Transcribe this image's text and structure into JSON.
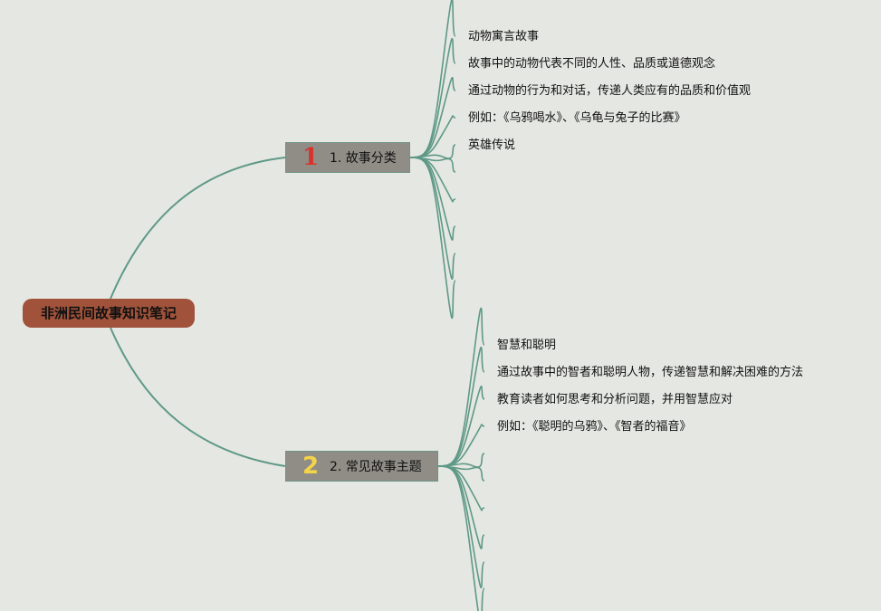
{
  "root": {
    "label": "非洲民间故事知识笔记"
  },
  "branch1": {
    "number": "1",
    "label": "1. 故事分类",
    "items": [
      "动物寓言故事",
      "故事中的动物代表不同的人性、品质或道德观念",
      "通过动物的行为和对话，传递人类应有的品质和价值观",
      "例如：《乌鸦喝水》、《乌龟与兔子的比赛》",
      "英雄传说"
    ]
  },
  "branch2": {
    "number": "2",
    "label": "2. 常见故事主题",
    "items": [
      "智慧和聪明",
      "通过故事中的智者和聪明人物，传递智慧和解决困难的方法",
      "教育读者如何思考和分析问题，并用智慧应对",
      "例如：《聪明的乌鸦》、《智者的福音》"
    ]
  },
  "colors": {
    "connector": "#5e9987",
    "root_fill": "#a0523a",
    "branch_fill": "#8f8d86"
  }
}
